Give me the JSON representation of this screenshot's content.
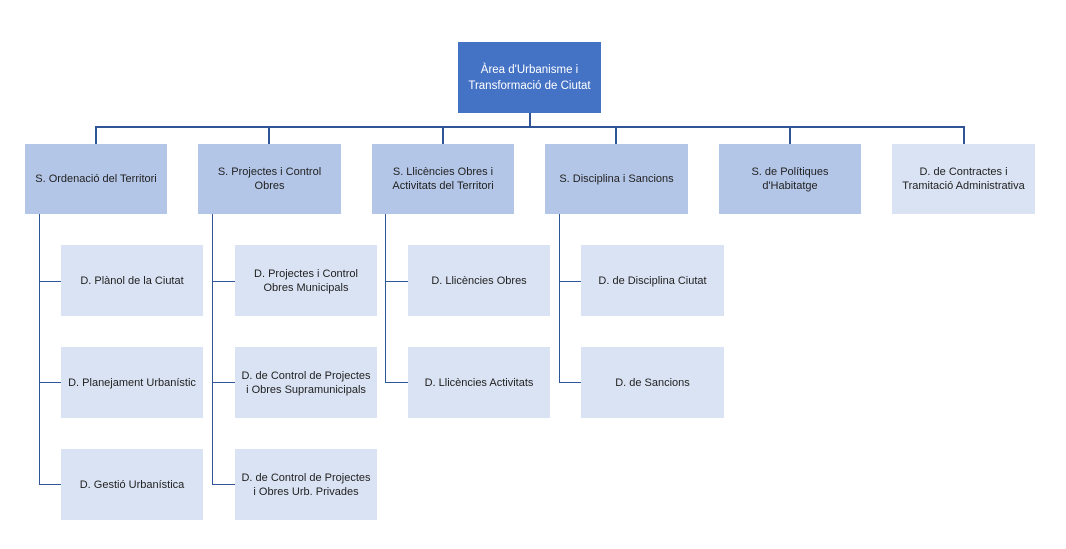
{
  "org": {
    "root": "Àrea d'Urbanisme i Transformació de Ciutat",
    "sections": [
      {
        "label": "S. Ordenació del Territori",
        "units": [
          "D. Plànol de la Ciutat",
          "D. Planejament Urbanístic",
          "D. Gestió Urbanística"
        ]
      },
      {
        "label": "S. Projectes i Control Obres",
        "units": [
          "D. Projectes i Control Obres Municipals",
          "D. de Control de Projectes i Obres Supramunicipals",
          "D. de Control de Projectes i Obres Urb. Privades"
        ]
      },
      {
        "label": "S. Llicències Obres i Activitats del Territori",
        "units": [
          "D. Llicències Obres",
          "D. Llicències Activitats"
        ]
      },
      {
        "label": "S. Disciplina i Sancions",
        "units": [
          "D. de Disciplina Ciutat",
          "D. de Sancions"
        ]
      },
      {
        "label": "S. de Polítiques d'Habitatge",
        "units": []
      },
      {
        "label": "D. de Contractes i Tramitació Administrativa",
        "units": []
      }
    ]
  }
}
